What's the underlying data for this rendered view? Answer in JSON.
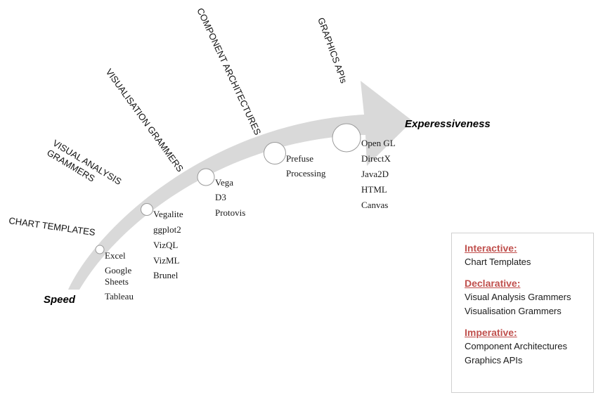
{
  "axis": {
    "start": "Speed",
    "end": "Experessiveness"
  },
  "categories": [
    {
      "label": "CHART TEMPLATES",
      "tools": [
        "Excel",
        "Google",
        "Sheets",
        "Tableau"
      ]
    },
    {
      "label_lines": [
        "VISUAL ANALYSIS",
        "GRAMMERS"
      ],
      "tools": [
        "Vegalite",
        "ggplot2",
        "VizQL",
        "VizML",
        "Brunel"
      ]
    },
    {
      "label": "VISUALISATION GRAMMERS",
      "tools": [
        "Vega",
        "D3",
        "Protovis"
      ]
    },
    {
      "label": "COMPONENT ARCHITECTURES",
      "tools": [
        "Prefuse",
        "Processing"
      ]
    },
    {
      "label": "GRAPHICS APIs",
      "tools": [
        "Open GL",
        "DirectX",
        "Java2D",
        "HTML",
        "Canvas"
      ]
    }
  ],
  "legend": [
    {
      "heading": "Interactive:",
      "items": [
        "Chart Templates"
      ]
    },
    {
      "heading": "Declarative:",
      "items": [
        "Visual Analysis Grammers",
        "Visualisation Grammers"
      ]
    },
    {
      "heading": "Imperative:",
      "items": [
        "Component Architectures",
        "Graphics APIs"
      ]
    }
  ],
  "colors": {
    "arrow": "#d9d9d9",
    "legend_heading": "#c0504d",
    "node_stroke": "#9a9a9a"
  }
}
